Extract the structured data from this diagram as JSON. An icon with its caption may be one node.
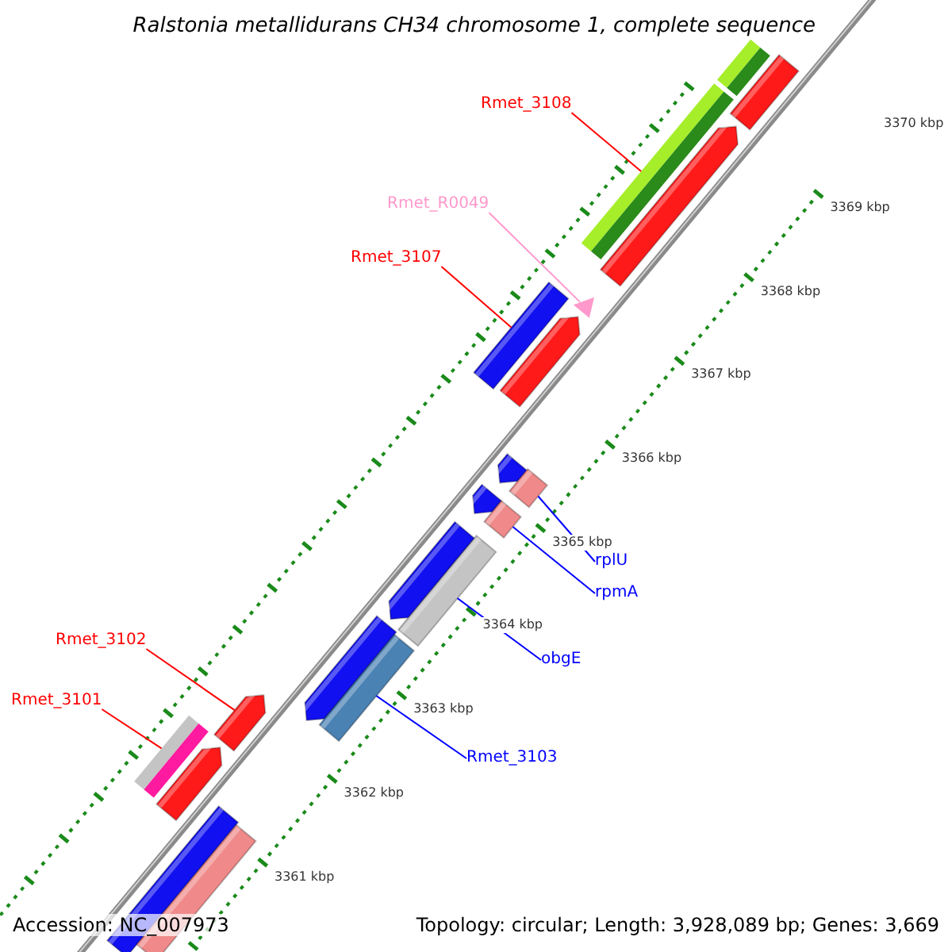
{
  "diagram": {
    "title": "Ralstonia metallidurans CH34 chromosome 1, complete sequence",
    "nodes": [
      {
        "text": [
          "Rmet_3108"
        ]
      },
      {
        "text": [],
        "shape": "bar"
      },
      {
        "text": [
          "Rmet_R0049"
        ]
      },
      {
        "text": [],
        "shape": "triangle"
      },
      {
        "text": [
          "Rmet_3107"
        ]
      },
      {
        "text": [],
        "shape": "bar"
      },
      {
        "text": [
          "rplU"
        ]
      },
      {
        "text": [],
        "shape": "bar"
      },
      {
        "text": [
          "rpmA"
        ]
      },
      {
        "text": [],
        "shape": "bar"
      },
      {
        "text": [
          "Rmet_3102"
        ]
      },
      {
        "text": [],
        "shape": "bar"
      },
      {
        "text": [
          "obgE"
        ]
      },
      {
        "text": [],
        "shape": "bar"
      },
      {
        "text": [
          "Rmet_3101"
        ]
      },
      {
        "text": [],
        "shape": "bar"
      },
      {
        "text": [
          "Rmet_3103"
        ]
      },
      {
        "text": [],
        "shape": "bar"
      }
    ],
    "edges": [
      {
        "from": 0,
        "to": 1,
        "arrow": "none",
        "color": "#ff0000"
      },
      {
        "from": 2,
        "to": 3,
        "arrow": "none",
        "color": "#ff99cc"
      },
      {
        "from": 4,
        "to": 5,
        "arrow": "none",
        "color": "#ff0000"
      },
      {
        "from": 6,
        "to": 7,
        "arrow": "none",
        "color": "#0000ff"
      },
      {
        "from": 8,
        "to": 9,
        "arrow": "none",
        "color": "#0000ff"
      },
      {
        "from": 10,
        "to": 11,
        "arrow": "none",
        "color": "#ff0000"
      },
      {
        "from": 12,
        "to": 13,
        "arrow": "none",
        "color": "#0000ff"
      },
      {
        "from": 14,
        "to": 15,
        "arrow": "none",
        "color": "#ff0000"
      },
      {
        "from": 16,
        "to": 17,
        "arrow": "none",
        "color": "#0000ff"
      }
    ],
    "labels": [
      "3370 kbp",
      "3369 kbp",
      "3368 kbp",
      "3367 kbp",
      "3366 kbp",
      "3365 kbp",
      "3364 kbp",
      "3363 kbp",
      "3362 kbp",
      "3361 kbp",
      "Accession: NC_007973",
      "Topology: circular; Length: 3,928,089 bp; Genes: 3,669"
    ]
  }
}
